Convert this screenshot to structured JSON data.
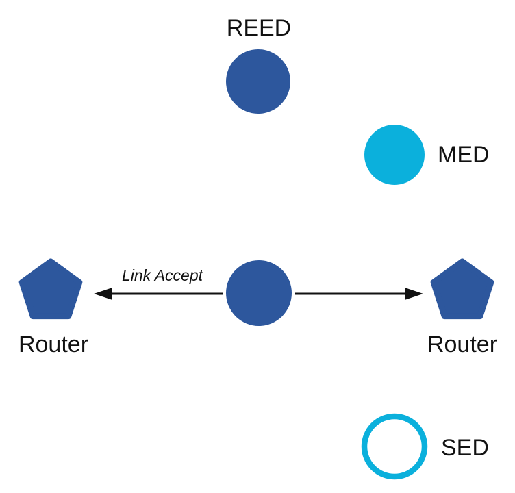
{
  "colors": {
    "node_blue": "#2D579D",
    "node_cyan": "#0BB0DC",
    "arrow": "#111111"
  },
  "nodes": {
    "reed": {
      "label": "REED"
    },
    "med": {
      "label": "MED"
    },
    "router_left": {
      "label": "Router"
    },
    "router_right": {
      "label": "Router"
    },
    "sed": {
      "label": "SED"
    }
  },
  "edges": {
    "left_arrow_label": "Link Accept"
  }
}
